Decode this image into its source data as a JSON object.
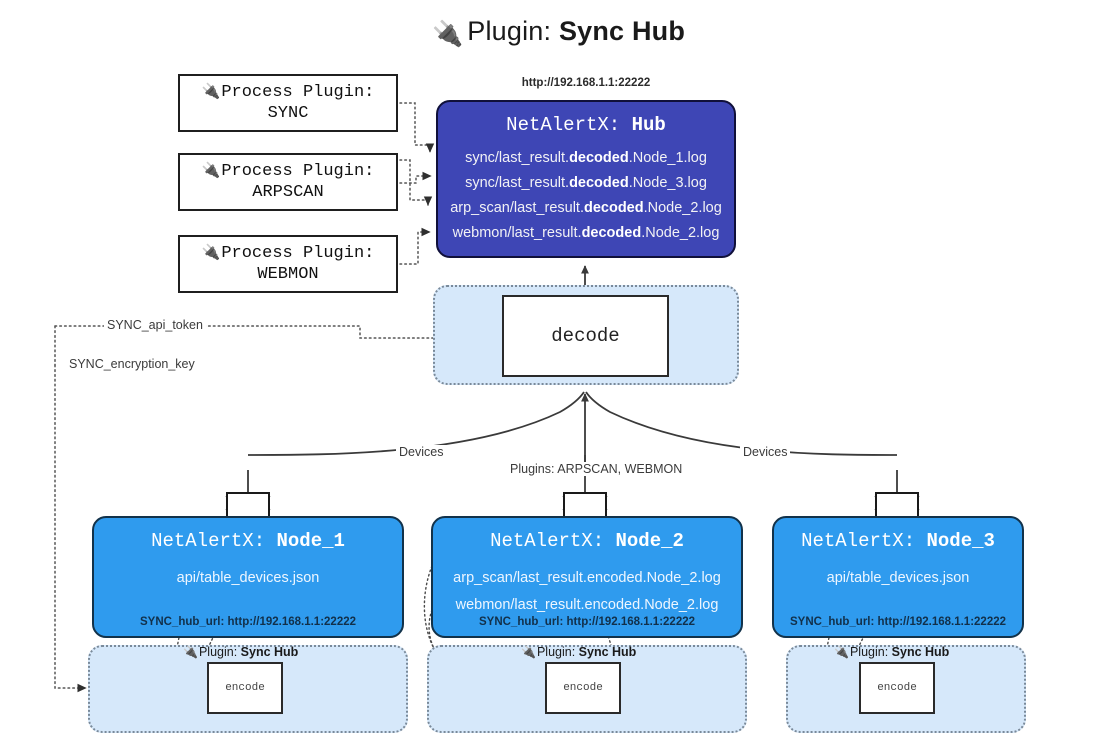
{
  "title": {
    "icon": "electric-plug-icon",
    "glyph": "🔌",
    "lead": "Plugin: ",
    "strong": "Sync Hub"
  },
  "colors": {
    "hub_fill": "#3e46b5",
    "node_fill": "#2f9bee",
    "group_fill": "#d6e8fa",
    "white": "#ffffff",
    "stroke": "#2a2a2a"
  },
  "process_plugins": [
    {
      "glyph": "🔌",
      "line1": "Process Plugin:",
      "line2": "SYNC"
    },
    {
      "glyph": "🔌",
      "line1": "Process Plugin:",
      "line2": "ARPSCAN"
    },
    {
      "glyph": "🔌",
      "line1": "Process Plugin:",
      "line2": "WEBMON"
    }
  ],
  "hub": {
    "url": "http://192.168.1.1:22222",
    "title_lead": "NetAlertX: ",
    "title_strong": "Hub",
    "lines": [
      {
        "pre": "sync/last_result.",
        "mid": "decoded",
        "post": ".Node_1.log"
      },
      {
        "pre": "sync/last_result.",
        "mid": "decoded",
        "post": ".Node_3.log"
      },
      {
        "pre": "arp_scan/last_result.",
        "mid": "decoded",
        "post": ".Node_2.log"
      },
      {
        "pre": "webmon/last_result.",
        "mid": "decoded",
        "post": ".Node_2.log"
      }
    ]
  },
  "decode": {
    "label": "decode"
  },
  "secrets": [
    {
      "label": "SYNC_api_token"
    },
    {
      "label": "SYNC_encryption_key"
    }
  ],
  "edge_labels": {
    "devices_left": "Devices",
    "devices_right": "Devices",
    "plugins_mid": "Plugins: ARPSCAN, WEBMON"
  },
  "nodes": [
    {
      "title_lead": "NetAlertX: ",
      "title_strong": "Node_1",
      "lines": [
        "api/table_devices.json"
      ],
      "footer": "SYNC_hub_url: http://192.168.1.1:22222",
      "envelope_icon": "envelope-icon"
    },
    {
      "title_lead": "NetAlertX: ",
      "title_strong": "Node_2",
      "lines": [
        "arp_scan/last_result.encoded.Node_2.log",
        "webmon/last_result.encoded.Node_2.log"
      ],
      "footer": "SYNC_hub_url: http://192.168.1.1:22222",
      "envelope_icon": "envelope-icon"
    },
    {
      "title_lead": "NetAlertX: ",
      "title_strong": "Node_3",
      "lines": [
        "api/table_devices.json"
      ],
      "footer": "SYNC_hub_url: http://192.168.1.1:22222",
      "envelope_icon": "envelope-icon"
    }
  ],
  "encode_groups": [
    {
      "glyph": "🔌",
      "label_lead": "Plugin: ",
      "label_strong": "Sync Hub",
      "box": "encode"
    },
    {
      "glyph": "🔌",
      "label_lead": "Plugin: ",
      "label_strong": "Sync Hub",
      "box": "encode"
    },
    {
      "glyph": "🔌",
      "label_lead": "Plugin: ",
      "label_strong": "Sync Hub",
      "box": "encode"
    }
  ]
}
